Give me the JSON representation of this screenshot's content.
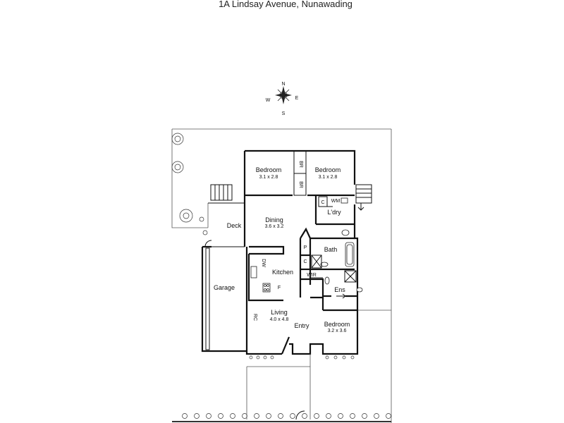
{
  "title": "1A Lindsay Avenue, Nunawading",
  "compass": {
    "n": "N",
    "e": "E",
    "s": "S",
    "w": "W"
  },
  "rooms": {
    "bedroom1": {
      "name": "Bedroom",
      "dims": "3.1 x 2.8"
    },
    "bedroom2": {
      "name": "Bedroom",
      "dims": "3.1 x 2.8"
    },
    "bedroom3": {
      "name": "Bedroom",
      "dims": "3.2 x 3.6"
    },
    "dining": {
      "name": "Dining",
      "dims": "3.6 x 3.2"
    },
    "living": {
      "name": "Living",
      "dims": "4.0 x 4.8"
    },
    "kitchen": {
      "name": "Kitchen"
    },
    "garage": {
      "name": "Garage"
    },
    "deck": {
      "name": "Deck"
    },
    "laundry": {
      "name": "L'dry"
    },
    "bath": {
      "name": "Bath"
    },
    "ensuite": {
      "name": "Ens"
    },
    "entry": {
      "name": "Entry"
    }
  },
  "labels": {
    "br1": "BR",
    "br2": "BR",
    "wm": "WM",
    "c1": "C",
    "c2": "C",
    "p": "P",
    "wir": "WIR",
    "dw": "DW",
    "f": "F",
    "rc": "RC"
  }
}
